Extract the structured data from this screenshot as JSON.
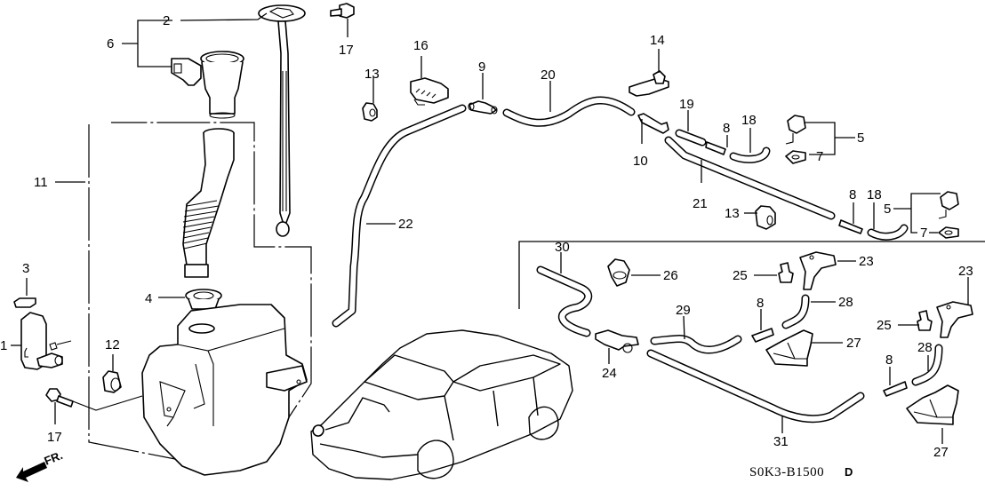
{
  "diagram": {
    "title": "Windshield Washer Parts Diagram",
    "diagram_code": "S0K3-B1500",
    "diagram_revision": "D",
    "direction_marker": "FR.",
    "callouts": {
      "c1": "1",
      "c2": "2",
      "c3": "3",
      "c4": "4",
      "c5a": "5",
      "c5b": "5",
      "c6": "6",
      "c7a": "7",
      "c7b": "7",
      "c8a": "8",
      "c8b": "8",
      "c8c": "8",
      "c8d": "8",
      "c9": "9",
      "c10": "10",
      "c11": "11",
      "c12": "12",
      "c13a": "13",
      "c13b": "13",
      "c14": "14",
      "c16": "16",
      "c17a": "17",
      "c17b": "17",
      "c18a": "18",
      "c18b": "18",
      "c19": "19",
      "c20": "20",
      "c21": "21",
      "c22": "22",
      "c23a": "23",
      "c23b": "23",
      "c24": "24",
      "c25a": "25",
      "c25b": "25",
      "c26": "26",
      "c27a": "27",
      "c27b": "27",
      "c28a": "28",
      "c28b": "28",
      "c29": "29",
      "c30": "30",
      "c31": "31"
    }
  }
}
